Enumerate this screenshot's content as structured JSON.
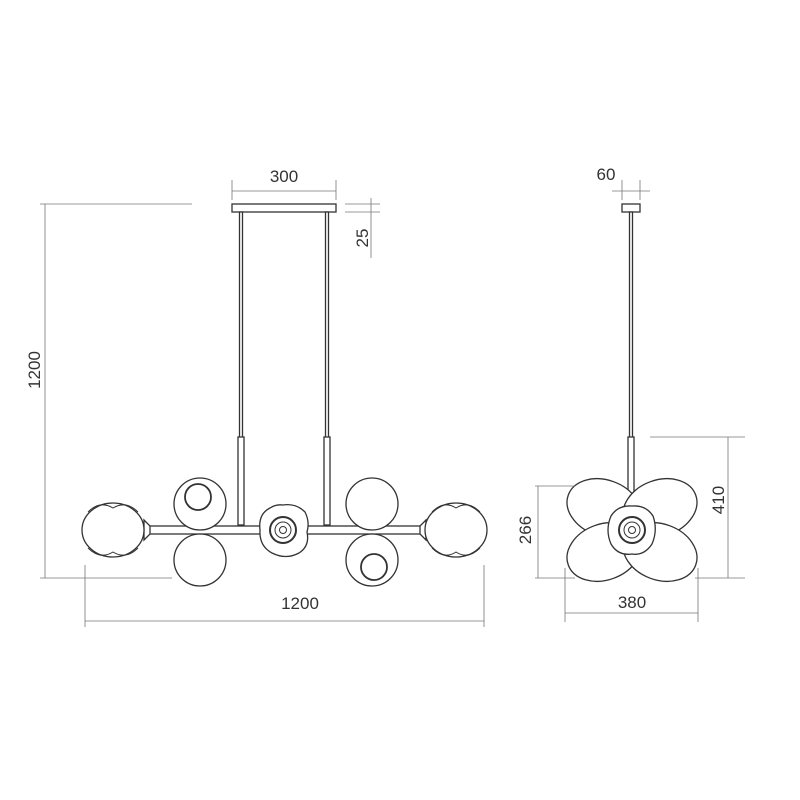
{
  "front_view": {
    "dimensions": {
      "canopy_width": "300",
      "canopy_height": "25",
      "total_height": "1200",
      "total_width": "1200"
    }
  },
  "side_view": {
    "dimensions": {
      "canopy_width": "60",
      "body_height": "410",
      "globe_cluster_height": "266",
      "depth": "380"
    }
  },
  "colors": {
    "line": "#333333",
    "dimension_line": "#777777",
    "background": "#ffffff"
  }
}
